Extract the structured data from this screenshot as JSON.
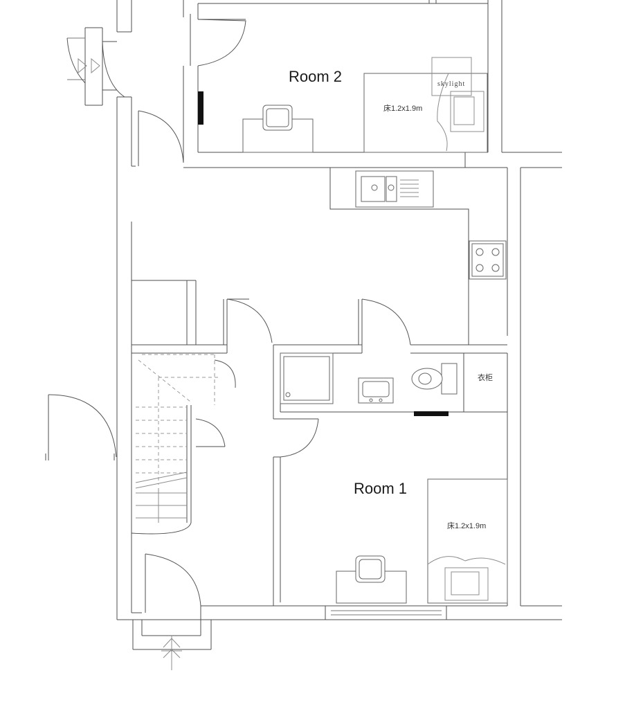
{
  "rooms": {
    "room2": "Room 2",
    "room1": "Room 1"
  },
  "furniture": {
    "bed_room2": "床1.2x1.9m",
    "bed_room1": "床1.2x1.9m",
    "wardrobe": "衣柜",
    "skylight": "skylight"
  },
  "colors": {
    "wall": "#4d4d4d",
    "fixture": "#666666",
    "dashed": "#9a9a9a",
    "radiator": "#111111",
    "background": "#ffffff"
  }
}
